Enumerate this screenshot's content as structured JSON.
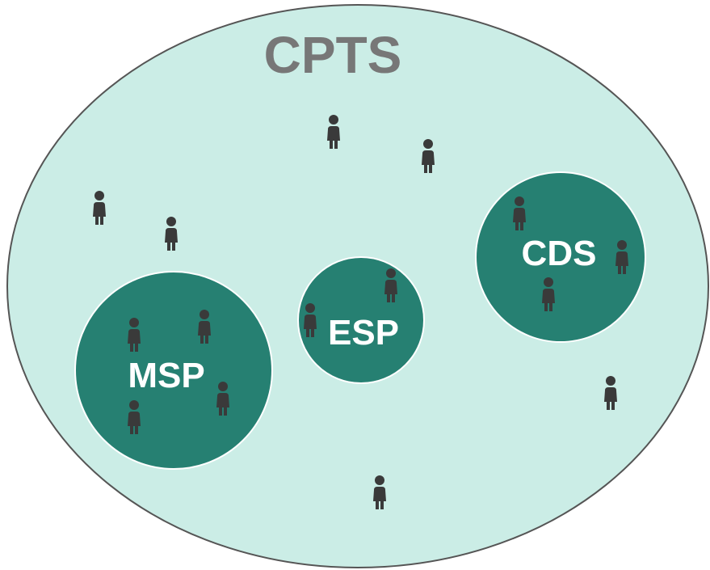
{
  "diagram": {
    "title": "CPTS",
    "groups": [
      {
        "id": "msp",
        "label": "MSP"
      },
      {
        "id": "esp",
        "label": "ESP"
      },
      {
        "id": "cds",
        "label": "CDS"
      }
    ]
  },
  "colors": {
    "outer_fill": "#cbede6",
    "outer_stroke": "#555555",
    "group_fill": "#268072",
    "group_stroke": "#ffffff",
    "title_color": "#777777",
    "group_label_color": "#ffffff",
    "person_color": "#3a3a3a"
  },
  "icons": {
    "person": "person-icon"
  }
}
